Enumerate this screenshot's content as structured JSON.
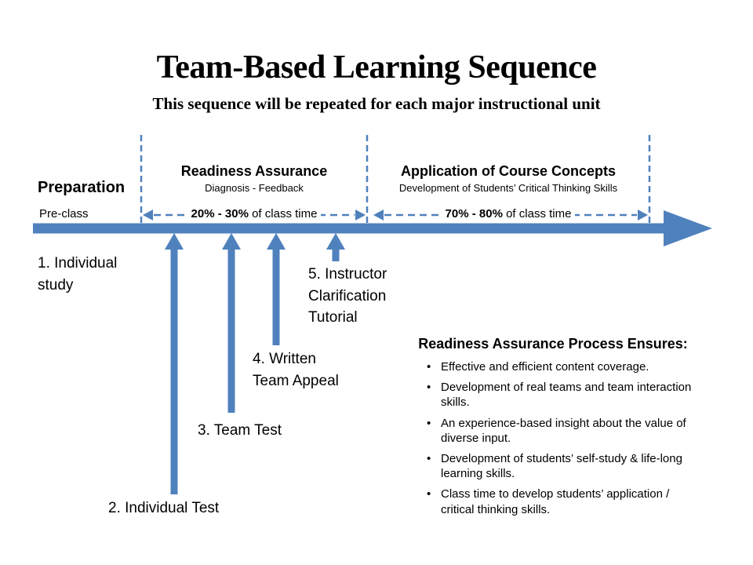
{
  "title": "Team-Based Learning Sequence",
  "subtitle": "This sequence will be repeated for each major instructional unit",
  "timeline": {
    "preparation_label": "Preparation",
    "preclass_label": "Pre-class",
    "readiness": {
      "title": "Readiness Assurance",
      "subtitle": "Diagnosis - Feedback",
      "time_bold": "20% - 30%",
      "time_rest": " of class time"
    },
    "application": {
      "title": "Application of Course Concepts",
      "subtitle": "Development of Students’ Critical Thinking Skills",
      "time_bold": "70% - 80%",
      "time_rest": " of class time"
    }
  },
  "steps": {
    "step1": "1. Individual\nstudy",
    "step2": "2. Individual Test",
    "step3": "3. Team Test",
    "step4": "4. Written\nTeam Appeal",
    "step5": "5. Instructor\nClarification\nTutorial"
  },
  "ensures": {
    "heading": "Readiness Assurance Process Ensures:",
    "bullets": [
      "Effective and efficient content coverage.",
      "Development of real teams and team interaction skills.",
      "An experience-based insight about the value of diverse input.",
      "Development of students’ self-study & life-long learning skills.",
      "Class time to develop students’ application / critical thinking skills."
    ]
  },
  "colors": {
    "accent": "#4F81BD"
  }
}
